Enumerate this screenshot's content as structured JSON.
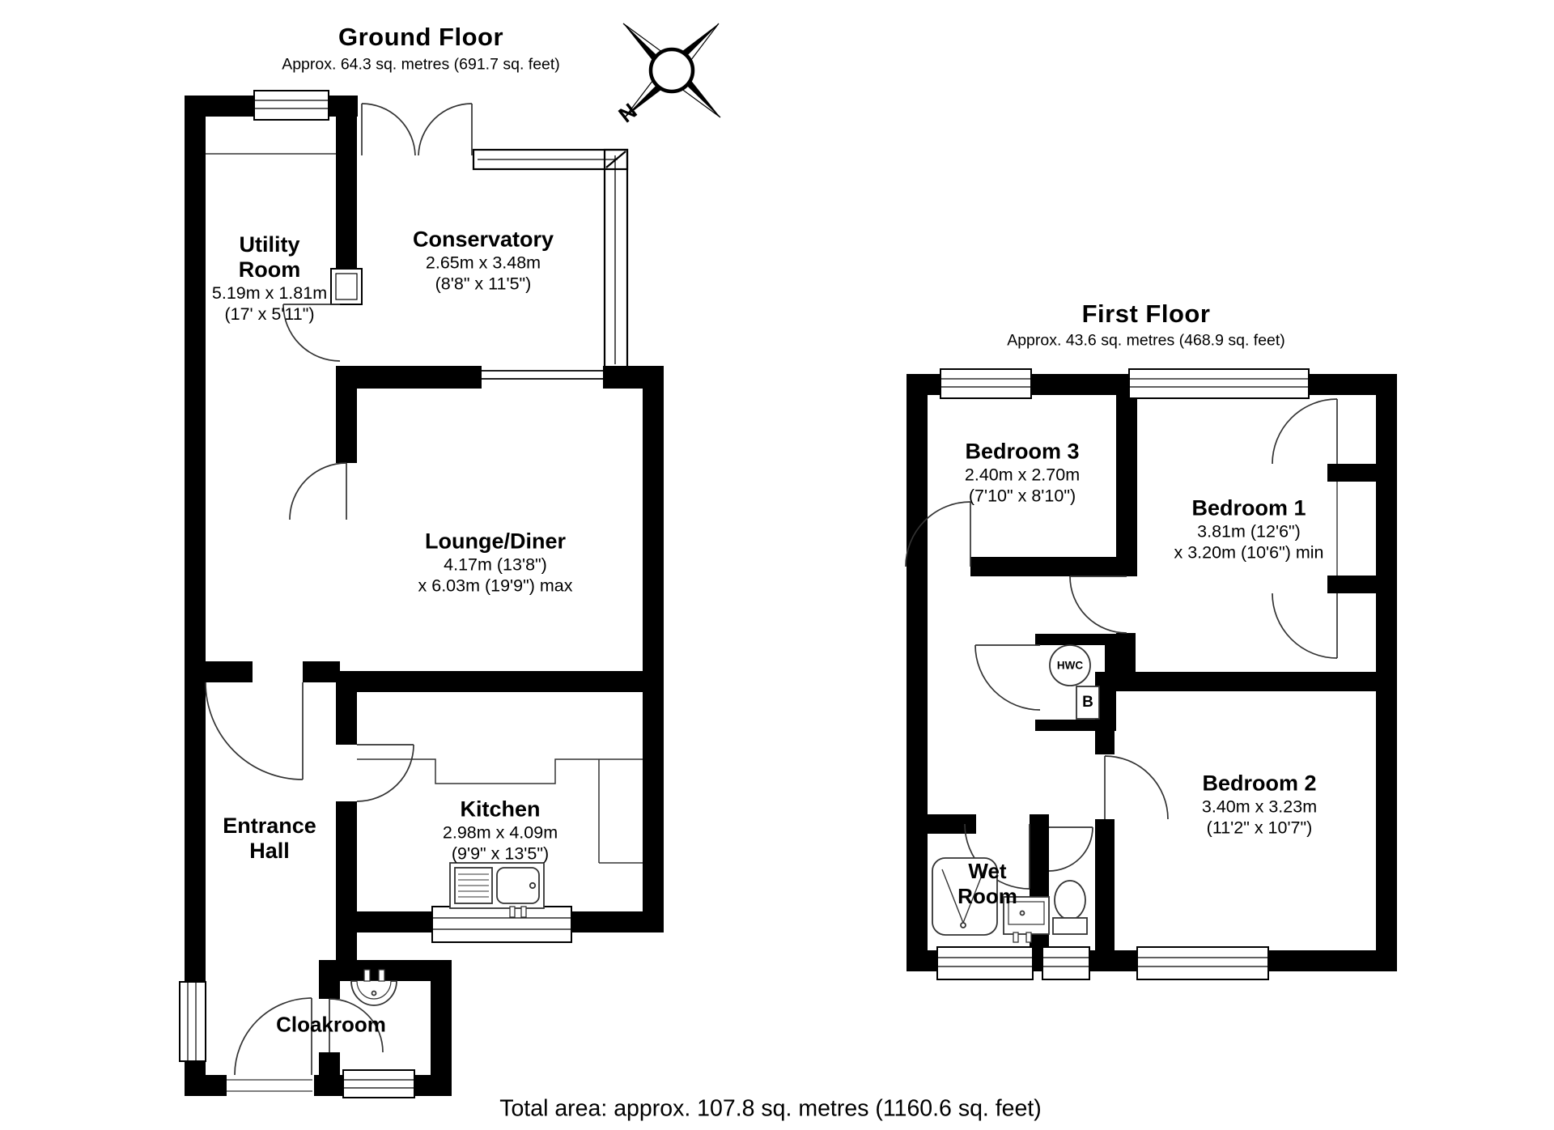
{
  "compass": {
    "north_label": "N"
  },
  "footer": {
    "total_area": "Total area: approx. 107.8 sq. metres (1160.6 sq. feet)"
  },
  "ground_floor": {
    "title": "Ground Floor",
    "subtitle": "Approx. 64.3 sq. metres (691.7 sq. feet)",
    "rooms": {
      "utility_room": {
        "name": "Utility\nRoom",
        "size_metric": "5.19m x 1.81m",
        "size_imperial": "(17' x 5'11\")"
      },
      "conservatory": {
        "name": "Conservatory",
        "size_metric": "2.65m x 3.48m",
        "size_imperial": "(8'8\" x 11'5\")"
      },
      "lounge_diner": {
        "name": "Lounge/Diner",
        "size_metric": "4.17m (13'8\")",
        "size_imperial": "x 6.03m (19'9\") max"
      },
      "kitchen": {
        "name": "Kitchen",
        "size_metric": "2.98m x 4.09m",
        "size_imperial": "(9'9\" x 13'5\")"
      },
      "entrance_hall": {
        "name": "Entrance\nHall"
      },
      "cloakroom": {
        "name": "Cloakroom"
      }
    }
  },
  "first_floor": {
    "title": "First Floor",
    "subtitle": "Approx. 43.6 sq. metres (468.9 sq. feet)",
    "rooms": {
      "bedroom_3": {
        "name": "Bedroom 3",
        "size_metric": "2.40m x 2.70m",
        "size_imperial": "(7'10\" x 8'10\")"
      },
      "bedroom_1": {
        "name": "Bedroom 1",
        "size_metric": "3.81m (12'6\")",
        "size_imperial": "x 3.20m (10'6\") min"
      },
      "bedroom_2": {
        "name": "Bedroom 2",
        "size_metric": "3.40m x 3.23m",
        "size_imperial": "(11'2\" x 10'7\")"
      },
      "wet_room": {
        "name": "Wet\nRoom"
      }
    },
    "cupboard": {
      "hwc_label": "HWC",
      "boiler_label": "B"
    }
  }
}
